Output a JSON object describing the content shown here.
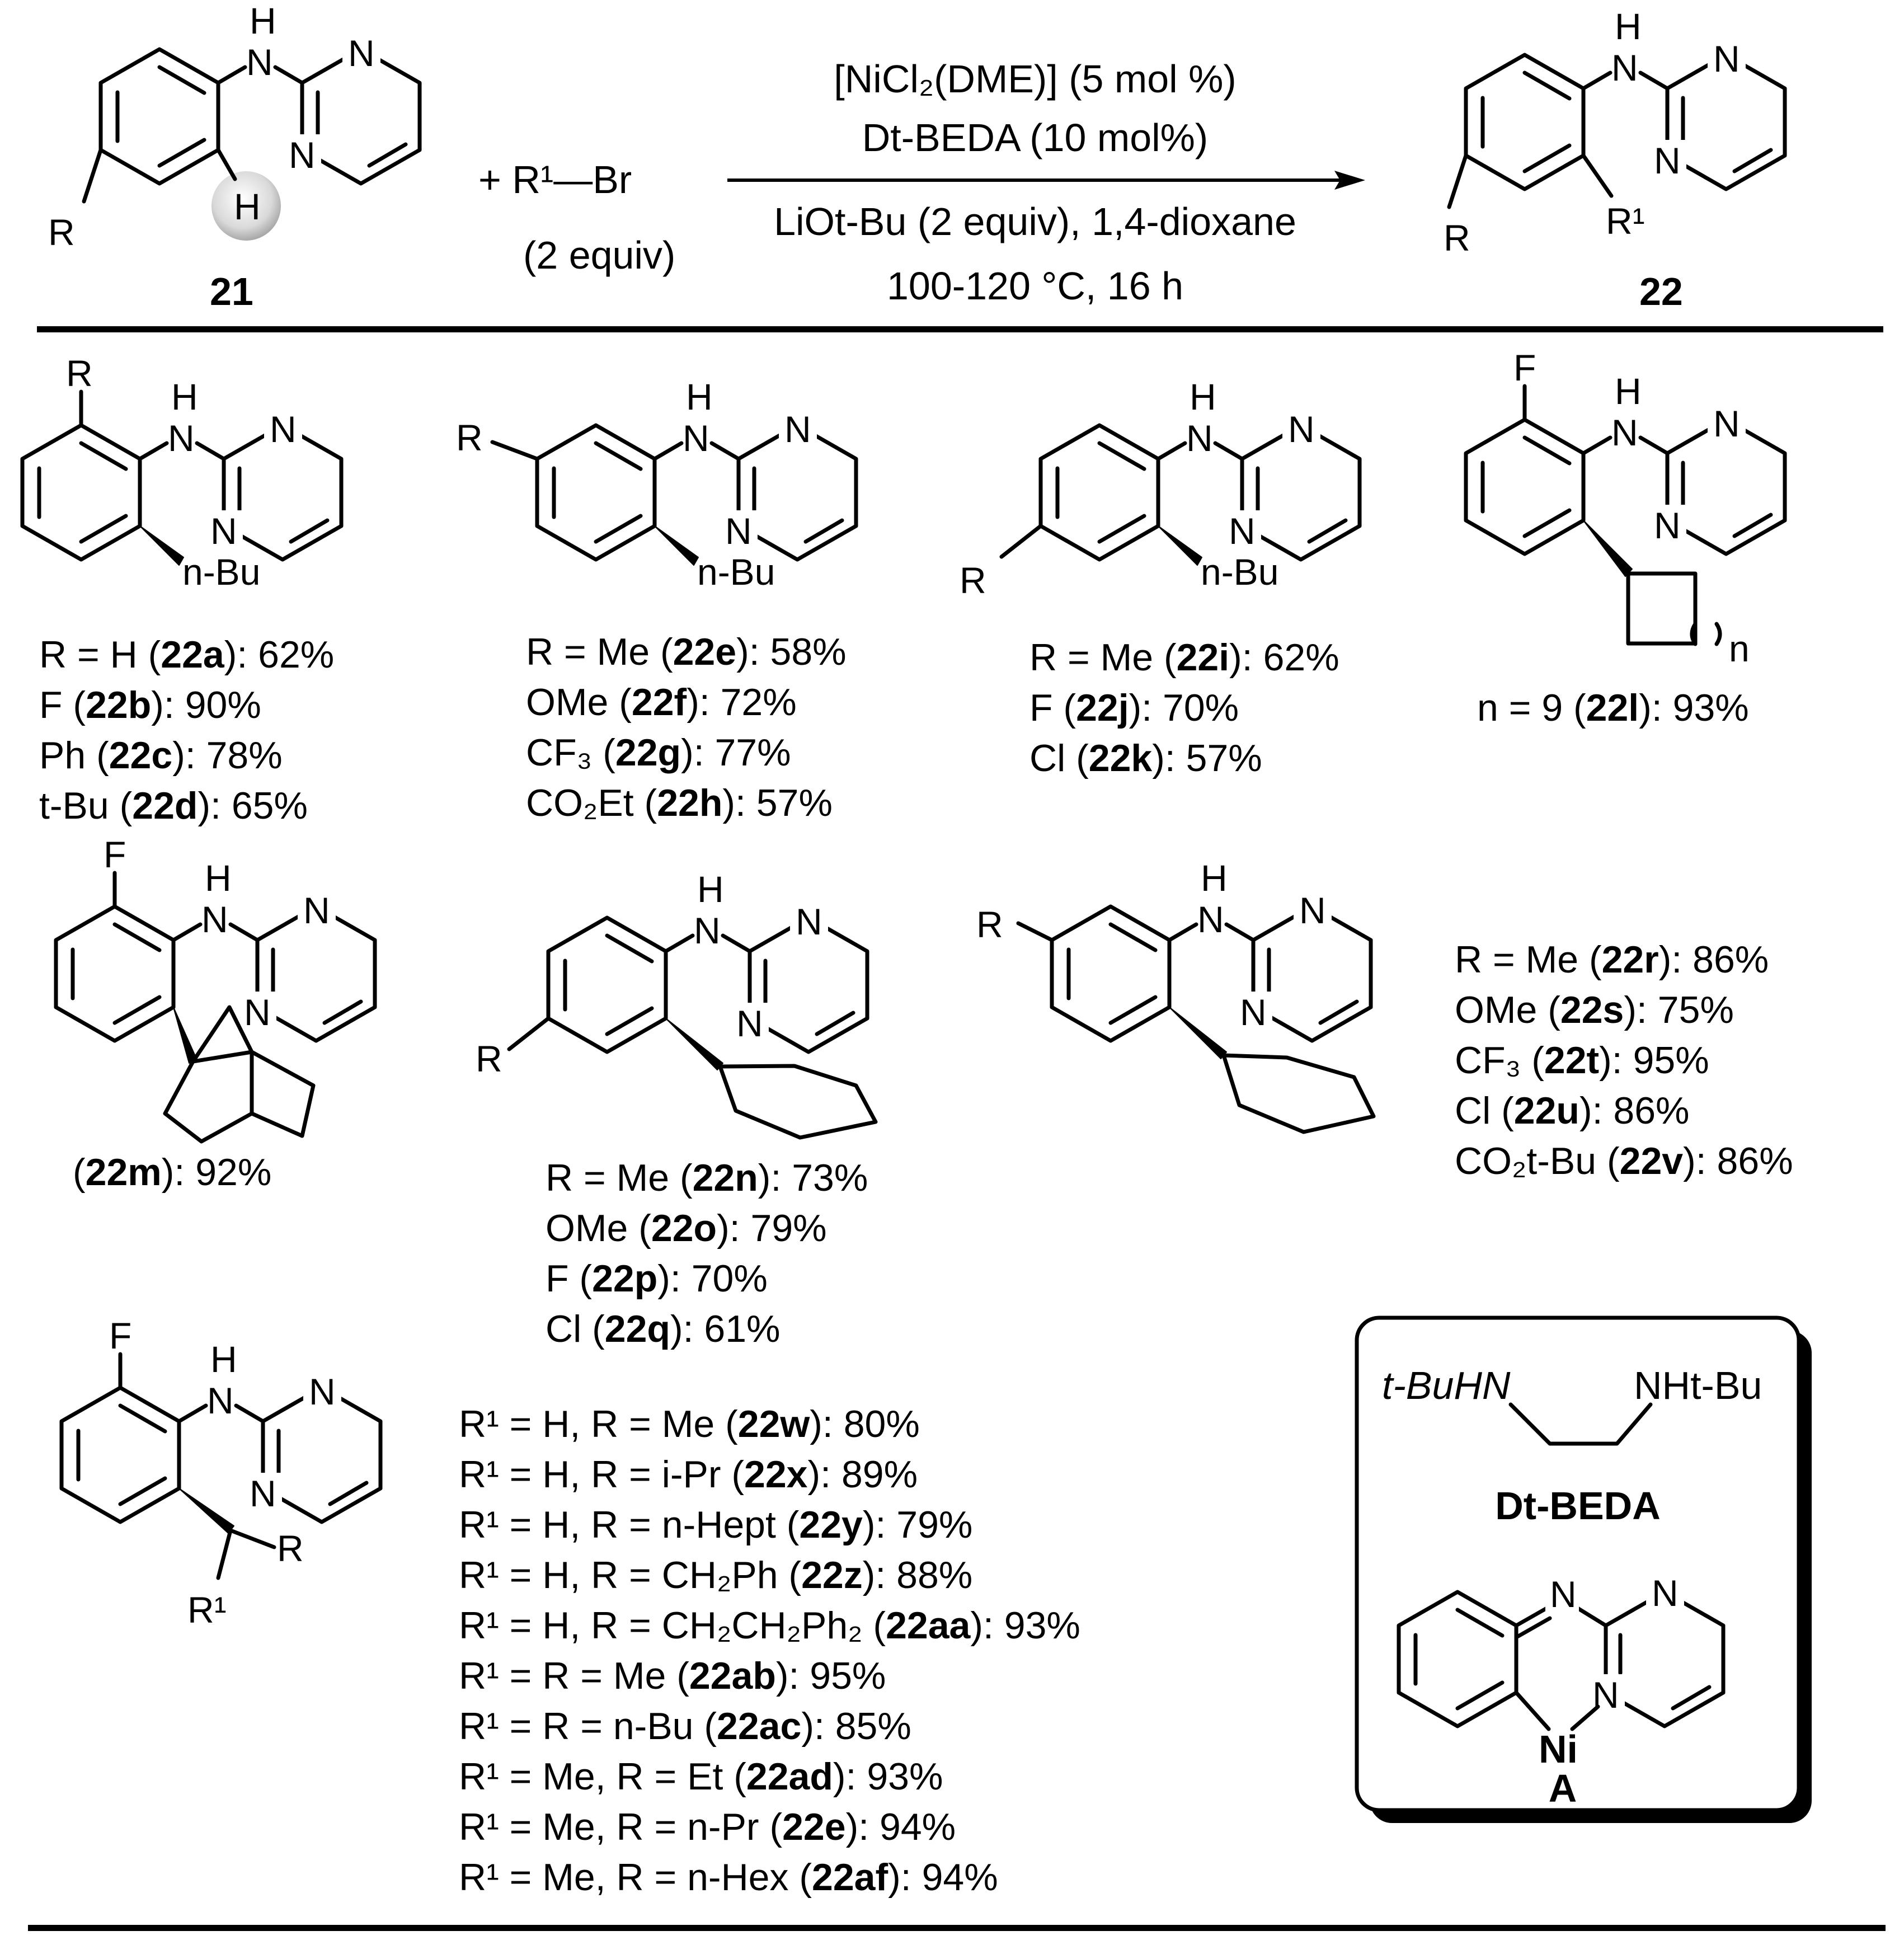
{
  "reaction": {
    "substrate_label": "21",
    "product_label": "22",
    "reagent_text": "+ R¹—Br",
    "reagent_equiv": "(2 equiv)",
    "conditions": [
      "[NiCl₂(DME)] (5 mol %)",
      "Dt-BEDA (10 mol%)",
      "LiOt-Bu (2 equiv), 1,4-dioxane",
      "100-120 °C, 16 h"
    ]
  },
  "series": [
    {
      "lines": [
        {
          "pre": "R = H (",
          "code": "22a",
          "post": "): 62%"
        },
        {
          "pre": "F (",
          "code": "22b",
          "post": "): 90%"
        },
        {
          "pre": "Ph (",
          "code": "22c",
          "post": "): 78%"
        },
        {
          "pre": "t-Bu (",
          "code": "22d",
          "post": "): 65%"
        }
      ]
    },
    {
      "lines": [
        {
          "pre": "R = Me (",
          "code": "22e",
          "post": "): 58%"
        },
        {
          "pre": "OMe (",
          "code": "22f",
          "post": "): 72%"
        },
        {
          "pre": "CF₃ (",
          "code": "22g",
          "post": "): 77%"
        },
        {
          "pre": "CO₂Et (",
          "code": "22h",
          "post": "): 57%"
        }
      ]
    },
    {
      "lines": [
        {
          "pre": "R = Me (",
          "code": "22i",
          "post": "): 62%"
        },
        {
          "pre": "F (",
          "code": "22j",
          "post": "): 70%"
        },
        {
          "pre": "Cl (",
          "code": "22k",
          "post": "): 57%"
        }
      ]
    },
    {
      "lines": [
        {
          "pre": "n = 9 (",
          "code": "22l",
          "post": "): 93%"
        }
      ]
    },
    {
      "lines": [
        {
          "pre": "(",
          "code": "22m",
          "post": "): 92%"
        }
      ]
    },
    {
      "lines": [
        {
          "pre": "R = Me (",
          "code": "22n",
          "post": "): 73%"
        },
        {
          "pre": "OMe (",
          "code": "22o",
          "post": "): 79%"
        },
        {
          "pre": "F (",
          "code": "22p",
          "post": "): 70%"
        },
        {
          "pre": "Cl (",
          "code": "22q",
          "post": "): 61%"
        }
      ]
    },
    {
      "lines": [
        {
          "pre": "R = Me (",
          "code": "22r",
          "post": "): 86%"
        },
        {
          "pre": "OMe (",
          "code": "22s",
          "post": "): 75%"
        },
        {
          "pre": "CF₃ (",
          "code": "22t",
          "post": "): 95%"
        },
        {
          "pre": "Cl (",
          "code": "22u",
          "post": "): 86%"
        },
        {
          "pre": "CO₂t-Bu (",
          "code": "22v",
          "post": "): 86%"
        }
      ]
    },
    {
      "lines": [
        {
          "pre": "R¹ = H, R = Me (",
          "code": "22w",
          "post": "): 80%"
        },
        {
          "pre": "R¹ = H, R = i-Pr (",
          "code": "22x",
          "post": "): 89%"
        },
        {
          "pre": "R¹ = H, R = n-Hept (",
          "code": "22y",
          "post": "): 79%"
        },
        {
          "pre": "R¹ = H, R = CH₂Ph (",
          "code": "22z",
          "post": "): 88%"
        },
        {
          "pre": "R¹ = H, R = CH₂CH₂Ph₂ (",
          "code": "22aa",
          "post": "): 93%"
        },
        {
          "pre": "R¹ = R = Me (",
          "code": "22ab",
          "post": "): 95%"
        },
        {
          "pre": "R¹ = R = n-Bu (",
          "code": "22ac",
          "post": "): 85%"
        },
        {
          "pre": "R¹ = Me, R = Et (",
          "code": "22ad",
          "post": "): 93%"
        },
        {
          "pre": "R¹ = Me, R = n-Pr (",
          "code": "22e",
          "post": "): 94%"
        },
        {
          "pre": "R¹ = Me, R = n-Hex (",
          "code": "22af",
          "post": "): 94%"
        }
      ]
    }
  ],
  "ligand_box": {
    "ligand_left": "t-BuHN",
    "ligand_right": "NHt-Bu",
    "ligand_name": "Dt-BEDA",
    "complex_metal": "Ni",
    "complex_label": "A"
  },
  "atoms": {
    "H": "H",
    "N": "N",
    "F": "F",
    "R": "R",
    "R1": "R¹",
    "nBu": "n-Bu",
    "n": "n"
  }
}
